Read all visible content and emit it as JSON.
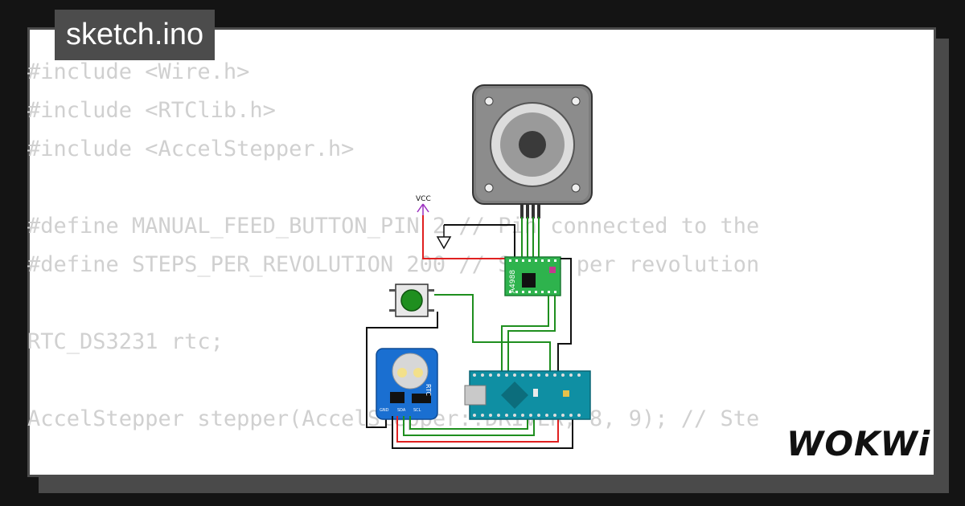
{
  "title": "sketch.ino",
  "code_lines": [
    "#include <Wire.h>",
    "#include <RTClib.h>",
    "#include <AccelStepper.h>",
    "",
    "#define MANUAL_FEED_BUTTON_PIN 2 // Pin connected to the",
    "#define STEPS_PER_REVOLUTION 200 // Steps per revolution",
    "",
    "RTC_DS3231 rtc;",
    "",
    "AccelStepper stepper(AccelStepper::DRIVER, 8, 9); // Ste"
  ],
  "components": {
    "vcc_label": "VCC",
    "driver_label": "A4988",
    "rtc_label": "RTC",
    "rtc_pins": [
      "GND",
      "SDA",
      "SCL"
    ]
  },
  "brand": "WOKWi",
  "colors": {
    "wire_red": "#e02020",
    "wire_green": "#1f8f1f",
    "wire_black": "#111111",
    "vcc_purple": "#9b30c0",
    "driver_green": "#2eb34d",
    "arduino_teal": "#0f8fa3",
    "rtc_blue": "#1a6fd1"
  }
}
